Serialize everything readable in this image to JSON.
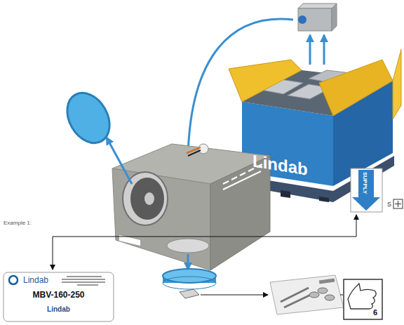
{
  "diagram": {
    "nodes": [
      {
        "text": [
          "Lindab"
        ]
      },
      {
        "text": [
          "SUPPLY"
        ]
      },
      {
        "text": [
          "Lindab",
          "MBV-160-250",
          "Lindab"
        ]
      },
      {
        "text": [
          "6"
        ]
      }
    ],
    "labels": [
      "Example 1:",
      "S"
    ]
  }
}
